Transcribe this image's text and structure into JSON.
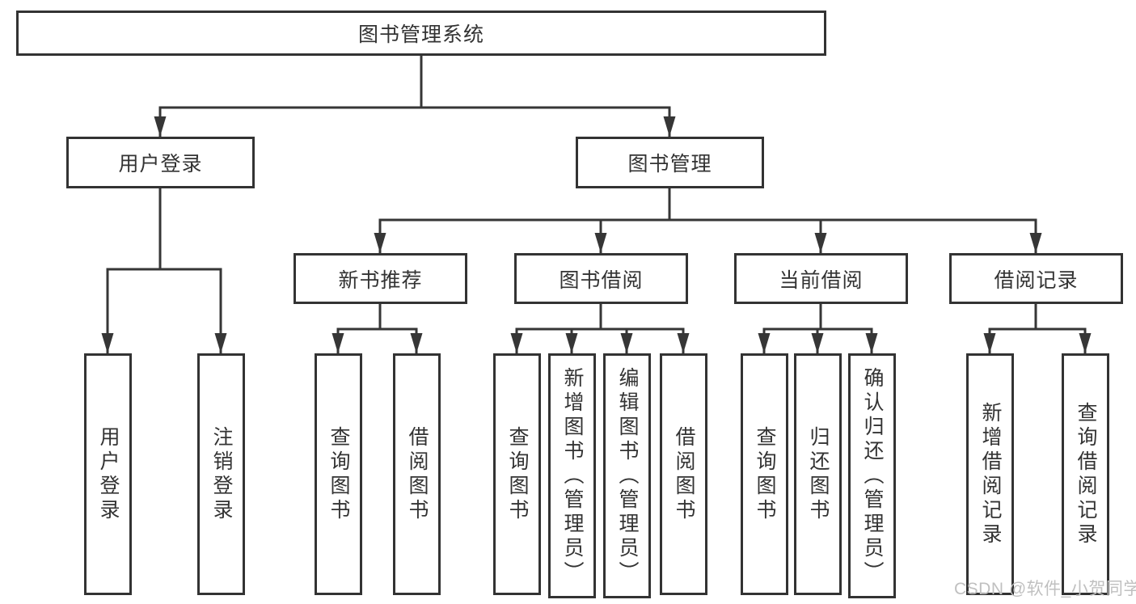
{
  "colors": {
    "line": "#363636",
    "box_border": "#333333",
    "text": "#333333",
    "watermark": "#c0c0c0",
    "background": "#ffffff"
  },
  "diagram": {
    "root": "图书管理系统",
    "level2": {
      "user_login": "用户登录",
      "book_mgmt": "图书管理"
    },
    "level3": {
      "new_book_rec": "新书推荐",
      "book_borrow": "图书借阅",
      "current_borrow": "当前借阅",
      "borrow_records": "借阅记录"
    },
    "leaves": {
      "user_login": "用户登录",
      "logout": "注销登录",
      "nbr_query_book": "查询图书",
      "nbr_borrow_book": "借阅图书",
      "bb_query_book": "查询图书",
      "bb_add_book_admin": "新增图书（管理员）",
      "bb_edit_book_admin": "编辑图书（管理员）",
      "bb_borrow_book": "借阅图书",
      "cb_query_book": "查询图书",
      "cb_return_book": "归还图书",
      "cb_confirm_return_admin": "确认归还（管理员）",
      "br_add_record": "新增借阅记录",
      "br_query_record": "查询借阅记录"
    }
  },
  "watermark": {
    "text": "CSDN @软件_小贺同学"
  }
}
